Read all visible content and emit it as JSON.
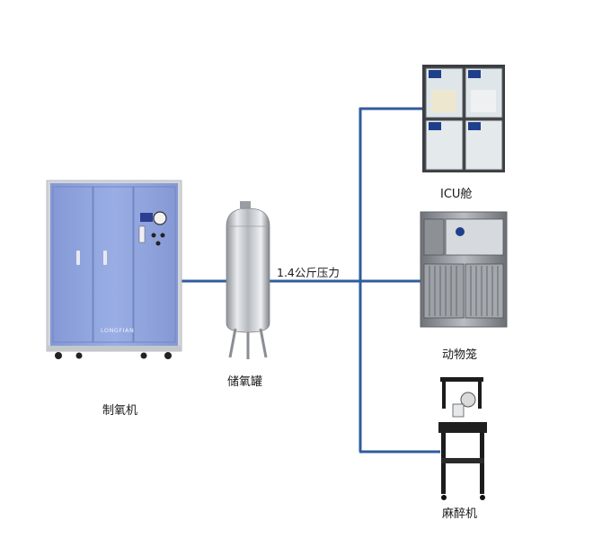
{
  "diagram": {
    "nodes": {
      "generator": {
        "label": "制氧机",
        "brand": "LONGFIAN"
      },
      "tank": {
        "label": "储氧罐"
      },
      "icu": {
        "label": "ICU舱"
      },
      "cage": {
        "label": "动物笼"
      },
      "anesthesia": {
        "label": "麻醉机"
      }
    },
    "edges": {
      "pressure_label": "1.4公斤压力"
    }
  },
  "colors": {
    "pipe": "#2f5d9e",
    "cabinet_blue": "#8fa3dc",
    "cabinet_frame": "#d6d8dd",
    "steel": "#c9ccd1",
    "dark": "#1c1c1c"
  }
}
